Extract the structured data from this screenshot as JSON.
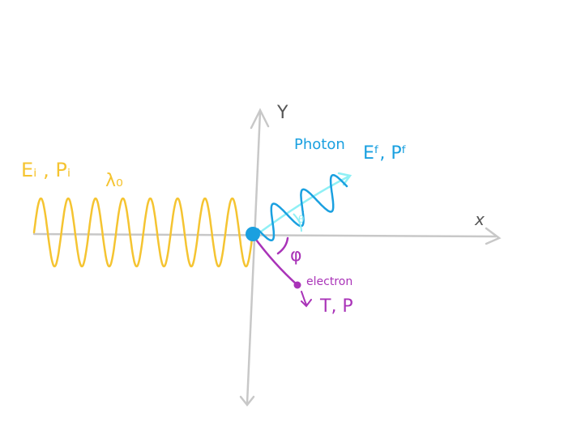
{
  "diagram": {
    "axis_x_label": "x",
    "axis_y_label": "Y",
    "incoming_label": "Eᵢ , Pᵢ",
    "wavelength_label": "λ₀",
    "photon_label": "Photon",
    "photon_final_label": "Eᶠ, Pᶠ",
    "angle_theta_label": "θ",
    "angle_phi_label": "φ",
    "electron_label": "electron",
    "electron_final_label": "T, P"
  },
  "colors": {
    "incoming_wave": "#f5c431",
    "photon": "#1aa0e0",
    "photon_direction": "#8ff0f5",
    "electron": "#a933b8",
    "axes": "#c8c8c8",
    "axis_text": "#555555",
    "origin_dot": "#1aa0e0"
  }
}
